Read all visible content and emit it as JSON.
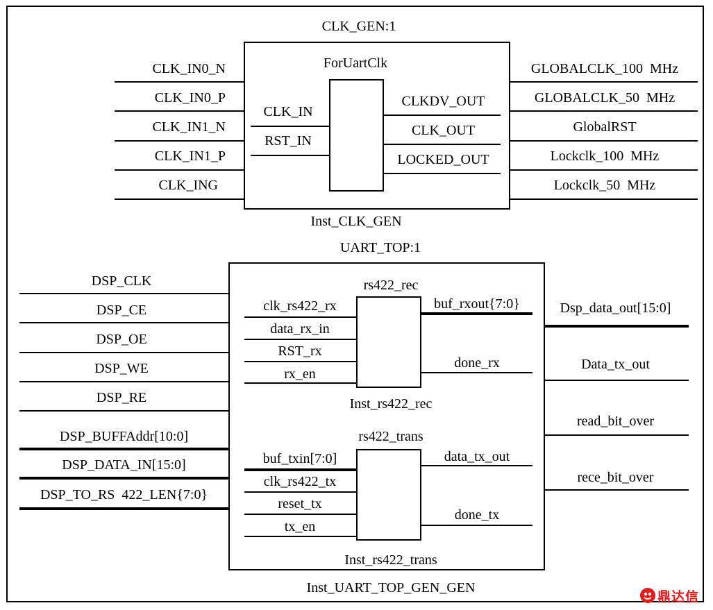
{
  "clk_gen": {
    "title": "CLK_GEN:1",
    "instance": "Inst_CLK_GEN",
    "core_name": "ForUartClk",
    "inputs": [
      "CLK_IN0_N",
      "CLK_IN0_P",
      "CLK_IN1_N",
      "CLK_IN1_P",
      "CLK_ING"
    ],
    "outputs": [
      "GLOBALCLK_100  MHz",
      "GLOBALCLK_50  MHz",
      "GlobalRST",
      "Lockclk_100  MHz",
      "Lockclk_50  MHz"
    ],
    "core_inputs": [
      "CLK_IN",
      "RST_IN"
    ],
    "core_outputs": [
      "CLKDV_OUT",
      "CLK_OUT",
      "LOCKED_OUT"
    ]
  },
  "uart_top": {
    "title": "UART_TOP:1",
    "instance": "Inst_UART_TOP_GEN_GEN",
    "inputs": [
      "DSP_CLK",
      "DSP_CE",
      "DSP_OE",
      "DSP_WE",
      "DSP_RE",
      "DSP_BUFFAddr[10:0]",
      "DSP_DATA_IN[15:0]",
      "DSP_TO_RS  422_LEN{7:0}"
    ],
    "outputs": [
      "Dsp_data_out[15:0]",
      "Data_tx_out",
      "read_bit_over",
      "rece_bit_over"
    ],
    "rec": {
      "name": "rs422_rec",
      "instance": "Inst_rs422_rec",
      "inputs": [
        "clk_rs422_rx",
        "data_rx_in",
        "RST_rx",
        "rx_en"
      ],
      "outputs": [
        "buf_rxout{7:0}",
        "done_rx"
      ]
    },
    "trans": {
      "name": "rs422_trans",
      "instance": "Inst_rs422_trans",
      "inputs": [
        "buf_txin[7:0]",
        "clk_rs422_tx",
        "reset_tx",
        "tx_en"
      ],
      "outputs": [
        "data_tx_out",
        "done_tx"
      ]
    }
  },
  "watermark": {
    "text": "鼎达信",
    "color": "#e21b1b"
  }
}
